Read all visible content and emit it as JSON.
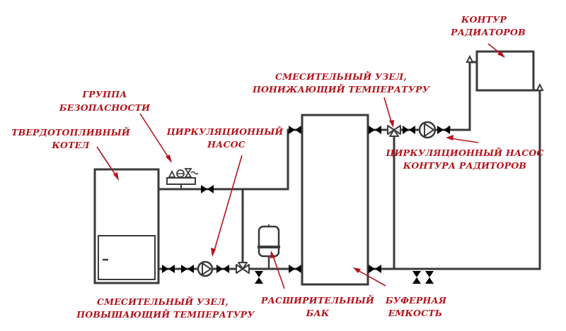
{
  "diagram": {
    "title": "Схема подключения твердотопливного котла с буферной емкостью",
    "colors": {
      "label": "#b3141c",
      "line": "#3a3a3a",
      "background": "#ffffff"
    },
    "labels": {
      "boiler": [
        "ТВЕРДОТОПЛИВНЫЙ",
        "КОТЕЛ"
      ],
      "safety_group": [
        "ГРУППА",
        "БЕЗОПАСНОСТИ"
      ],
      "circulation_pump": [
        "ЦИРКУЛЯЦИОННЫЙ",
        "НАСОС"
      ],
      "mixing_unit_lowering": [
        "СМЕСИТЕЛЬНЫЙ УЗЕЛ,",
        "ПОНИЖАЮЩИЙ ТЕМПЕРАТУРУ"
      ],
      "radiator_circuit": [
        "КОНТУР",
        "РАДИАТОРОВ"
      ],
      "radiator_pump": [
        "ЦИРКУЛЯЦИОННЫЙ НАСОС",
        "КОНТУРА РАДИТОРОВ"
      ],
      "mixing_unit_raising": [
        "СМЕСИТЕЛЬНЫЙ УЗЕЛ,",
        "ПОВЫШАЮЩИЙ ТЕМПЕРАТУРУ"
      ],
      "expansion_tank": [
        "РАСШИРИТЕЛЬНЫЙ",
        "БАК"
      ],
      "buffer_tank": [
        "БУФЕРНАЯ",
        "ЕМКОСТЬ"
      ]
    },
    "components": [
      {
        "id": "boiler",
        "icon": "boiler-icon"
      },
      {
        "id": "safety_group",
        "icon": "safety-group-icon"
      },
      {
        "id": "boiler_pump",
        "icon": "pump-icon"
      },
      {
        "id": "mixing_valve_raising",
        "icon": "three-way-valve-icon"
      },
      {
        "id": "expansion_tank",
        "icon": "expansion-tank-icon"
      },
      {
        "id": "buffer_tank",
        "icon": "buffer-tank-icon"
      },
      {
        "id": "mixing_valve_lowering",
        "icon": "three-way-valve-icon"
      },
      {
        "id": "radiator_pump",
        "icon": "pump-icon"
      },
      {
        "id": "radiator",
        "icon": "radiator-icon"
      }
    ]
  }
}
